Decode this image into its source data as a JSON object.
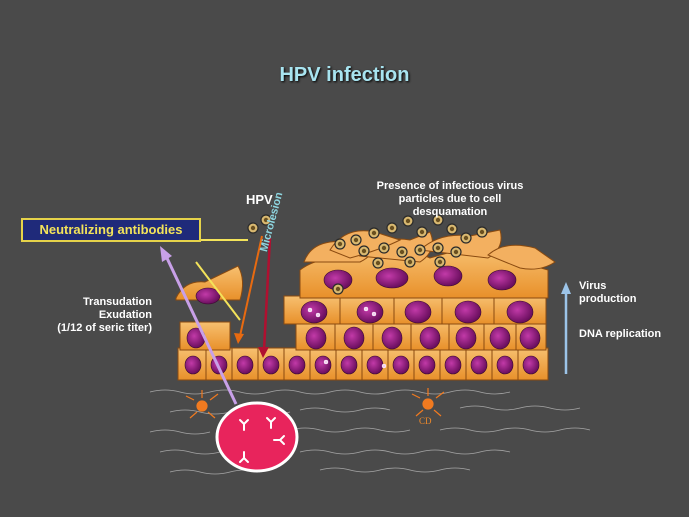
{
  "title": "HPV infection",
  "labels": {
    "neutralizing_antibodies": "Neutralizing  antibodies",
    "hpv": "HPV",
    "microlesion": "Microlesion",
    "presence_line1": "Presence of infectious virus",
    "presence_line2": "particles due to cell",
    "presence_line3": "desquamation",
    "transudation": "Transudation",
    "exudation": "Exudation",
    "titer": "(1/12 of seric titer)",
    "virus_line1": "Virus",
    "virus_line2": "production",
    "dna_replication": "DNA replication",
    "cd": "CD"
  },
  "colors": {
    "background": "#4a4a4a",
    "title": "#a8e4f0",
    "cell_fill": "#f2a64a",
    "cell_border": "#8a4a10",
    "nucleus": "#8a1a7a",
    "virus": "#c8a860",
    "blood_vessel": "#e8245c",
    "antibody_box": "#1f2a7a",
    "antibody_text": "#f3e35a",
    "arrow_blue": "#9cc4e8",
    "arrow_violet": "#c8a0e8",
    "arrow_red": "#b01030",
    "arrow_orange": "#e86a10"
  },
  "icons": [
    "virus-particle-icon",
    "antibody-y-icon",
    "dendritic-cell-icon"
  ]
}
